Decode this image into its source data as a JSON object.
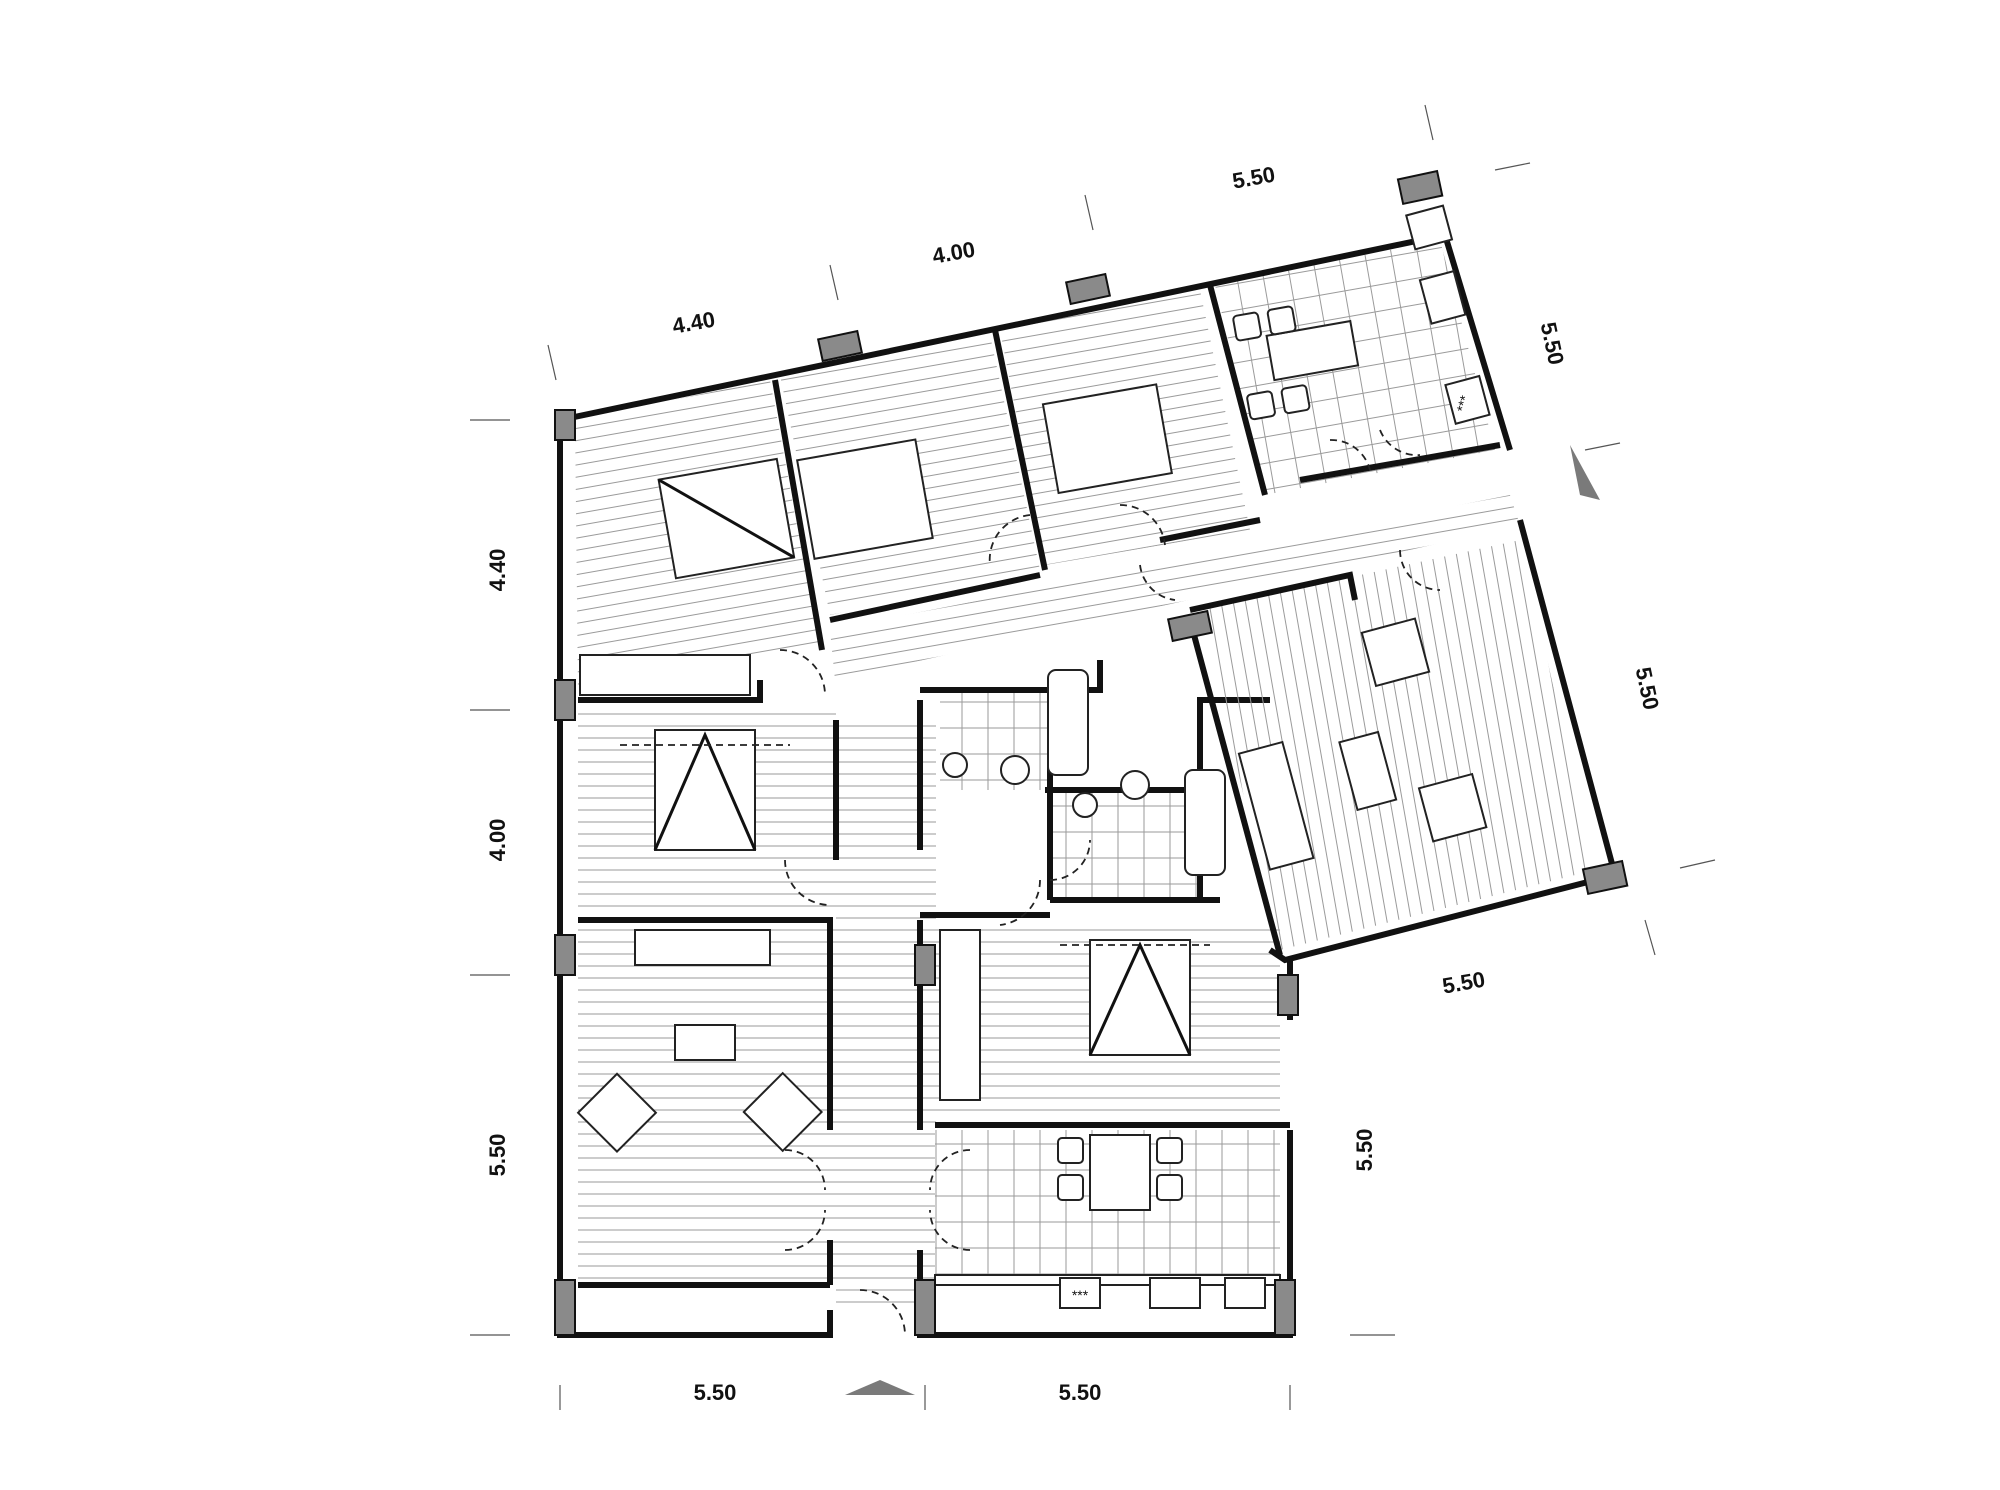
{
  "plan": {
    "dimensions": {
      "bottom_left": "5.50",
      "bottom_right": "5.50",
      "left_top": "4.40",
      "left_middle": "4.00",
      "left_bottom": "5.50",
      "right_bottom": "5.50",
      "top_first": "4.40",
      "top_second": "4.00",
      "top_third": "5.50",
      "right_upper": "5.50",
      "right_living": "5.50",
      "wing_bottom": "5.50"
    },
    "appliance_labels": {
      "oven_left": "***",
      "oven_right": "***"
    },
    "marker_colors": {
      "column": "#8a8a8a",
      "wall": "#111111",
      "arrow": "#7a7a7a"
    },
    "icons": [
      "north-arrow-icon",
      "entrance-arrow-icon"
    ]
  }
}
